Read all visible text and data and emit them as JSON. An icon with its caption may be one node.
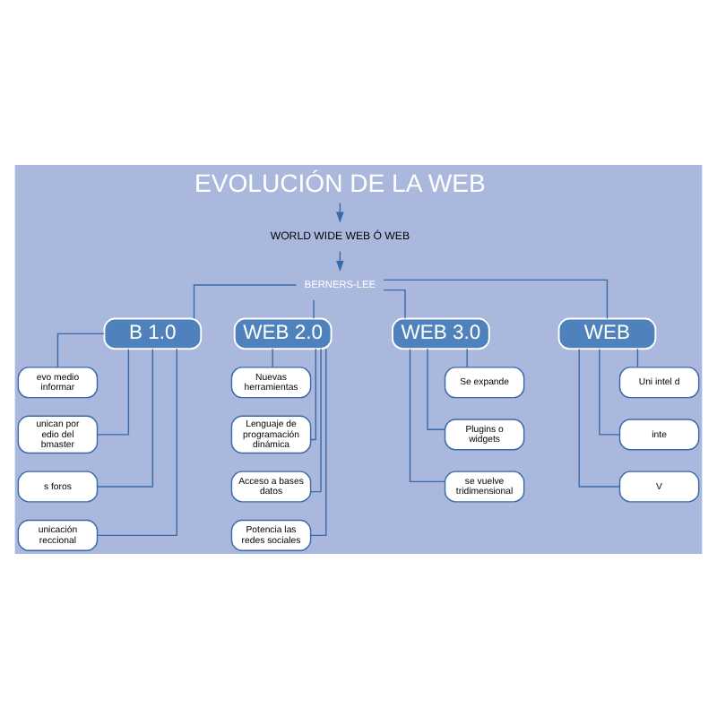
{
  "diagram": {
    "nodes": [
      {
        "text": [
          "EVOLUCIÓN DE LA WEB"
        ]
      },
      {
        "text": [
          "WORLD WIDE WEB Ó WEB"
        ]
      },
      {
        "text": [
          "BERNERS-LEE"
        ]
      },
      {
        "text": [
          "B 1.0"
        ]
      },
      {
        "text": [
          "WEB 2.0"
        ]
      },
      {
        "text": [
          "WEB 3.0"
        ]
      },
      {
        "text": [
          "WEB"
        ]
      },
      {
        "text": [
          "evo medio informar"
        ]
      },
      {
        "text": [
          "unican por edio del bmaster"
        ]
      },
      {
        "text": [
          "s foros"
        ]
      },
      {
        "text": [
          "unicación reccional"
        ]
      },
      {
        "text": [
          "Nuevas herramientas"
        ]
      },
      {
        "text": [
          "Lenguaje de programación dinámica"
        ]
      },
      {
        "text": [
          "Acceso a bases datos"
        ]
      },
      {
        "text": [
          "Potencia las redes sociales"
        ]
      },
      {
        "text": [
          "Se expande"
        ]
      },
      {
        "text": [
          "Plugins o widgets"
        ]
      },
      {
        "text": [
          "se vuelve tridimensional"
        ]
      },
      {
        "text": [
          "Uni intel d"
        ]
      },
      {
        "text": [
          "inte"
        ]
      },
      {
        "text": [
          "V"
        ]
      }
    ],
    "edges": [
      {
        "from": 0,
        "to": 1,
        "arrow": "to"
      },
      {
        "from": 1,
        "to": 2,
        "arrow": "to"
      },
      {
        "from": 2,
        "to": 3,
        "arrow": "none"
      },
      {
        "from": 2,
        "to": 4,
        "arrow": "none"
      },
      {
        "from": 2,
        "to": 5,
        "arrow": "none"
      },
      {
        "from": 2,
        "to": 6,
        "arrow": "none"
      },
      {
        "from": 3,
        "to": 7,
        "arrow": "none"
      },
      {
        "from": 3,
        "to": 8,
        "arrow": "none"
      },
      {
        "from": 3,
        "to": 9,
        "arrow": "none"
      },
      {
        "from": 3,
        "to": 10,
        "arrow": "none"
      },
      {
        "from": 4,
        "to": 11,
        "arrow": "none"
      },
      {
        "from": 4,
        "to": 12,
        "arrow": "none"
      },
      {
        "from": 4,
        "to": 13,
        "arrow": "none"
      },
      {
        "from": 4,
        "to": 14,
        "arrow": "none"
      },
      {
        "from": 5,
        "to": 15,
        "arrow": "none"
      },
      {
        "from": 5,
        "to": 16,
        "arrow": "none"
      },
      {
        "from": 5,
        "to": 17,
        "arrow": "none"
      },
      {
        "from": 6,
        "to": 18,
        "arrow": "none"
      },
      {
        "from": 6,
        "to": 19,
        "arrow": "none"
      },
      {
        "from": 6,
        "to": 20,
        "arrow": "none"
      }
    ]
  }
}
